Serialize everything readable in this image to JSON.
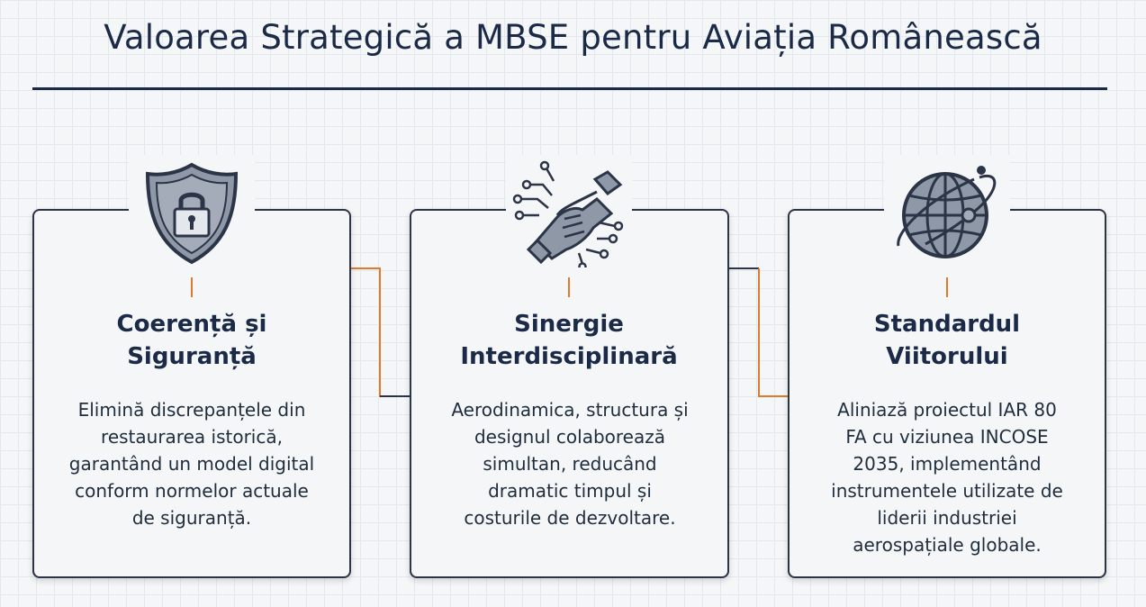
{
  "page": {
    "title": "Valoarea Strategică a MBSE pentru Aviația Românească"
  },
  "cards": [
    {
      "icon": "shield-lock-icon",
      "title_lines": [
        "Coerență și",
        "Siguranță"
      ],
      "text_lines": [
        "Elimină discrepanțele din",
        "restaurarea istorică,",
        "garantând un model digital",
        "conform normelor actuale",
        "de siguranță."
      ]
    },
    {
      "icon": "handshake-network-icon",
      "title_lines": [
        "Sinergie",
        "Interdisciplinară"
      ],
      "text_lines": [
        "Aerodinamica, structura și",
        "designul colaborează",
        "simultan, reducând",
        "dramatic timpul și",
        "costurile de dezvoltare."
      ]
    },
    {
      "icon": "globe-orbit-icon",
      "title_lines": [
        "Standardul",
        "Viitorului"
      ],
      "text_lines": [
        "Aliniază proiectul IAR 80",
        "FA cu viziunea INCOSE",
        "2035, implementând",
        "instrumentele utilizate de",
        "liderii industriei",
        "aerospațiale globale."
      ]
    }
  ],
  "colors": {
    "navy": "#1b2a47",
    "accent_orange": "#e07a2a",
    "icon_gray": "#8e98a6",
    "border": "#2b3547"
  }
}
